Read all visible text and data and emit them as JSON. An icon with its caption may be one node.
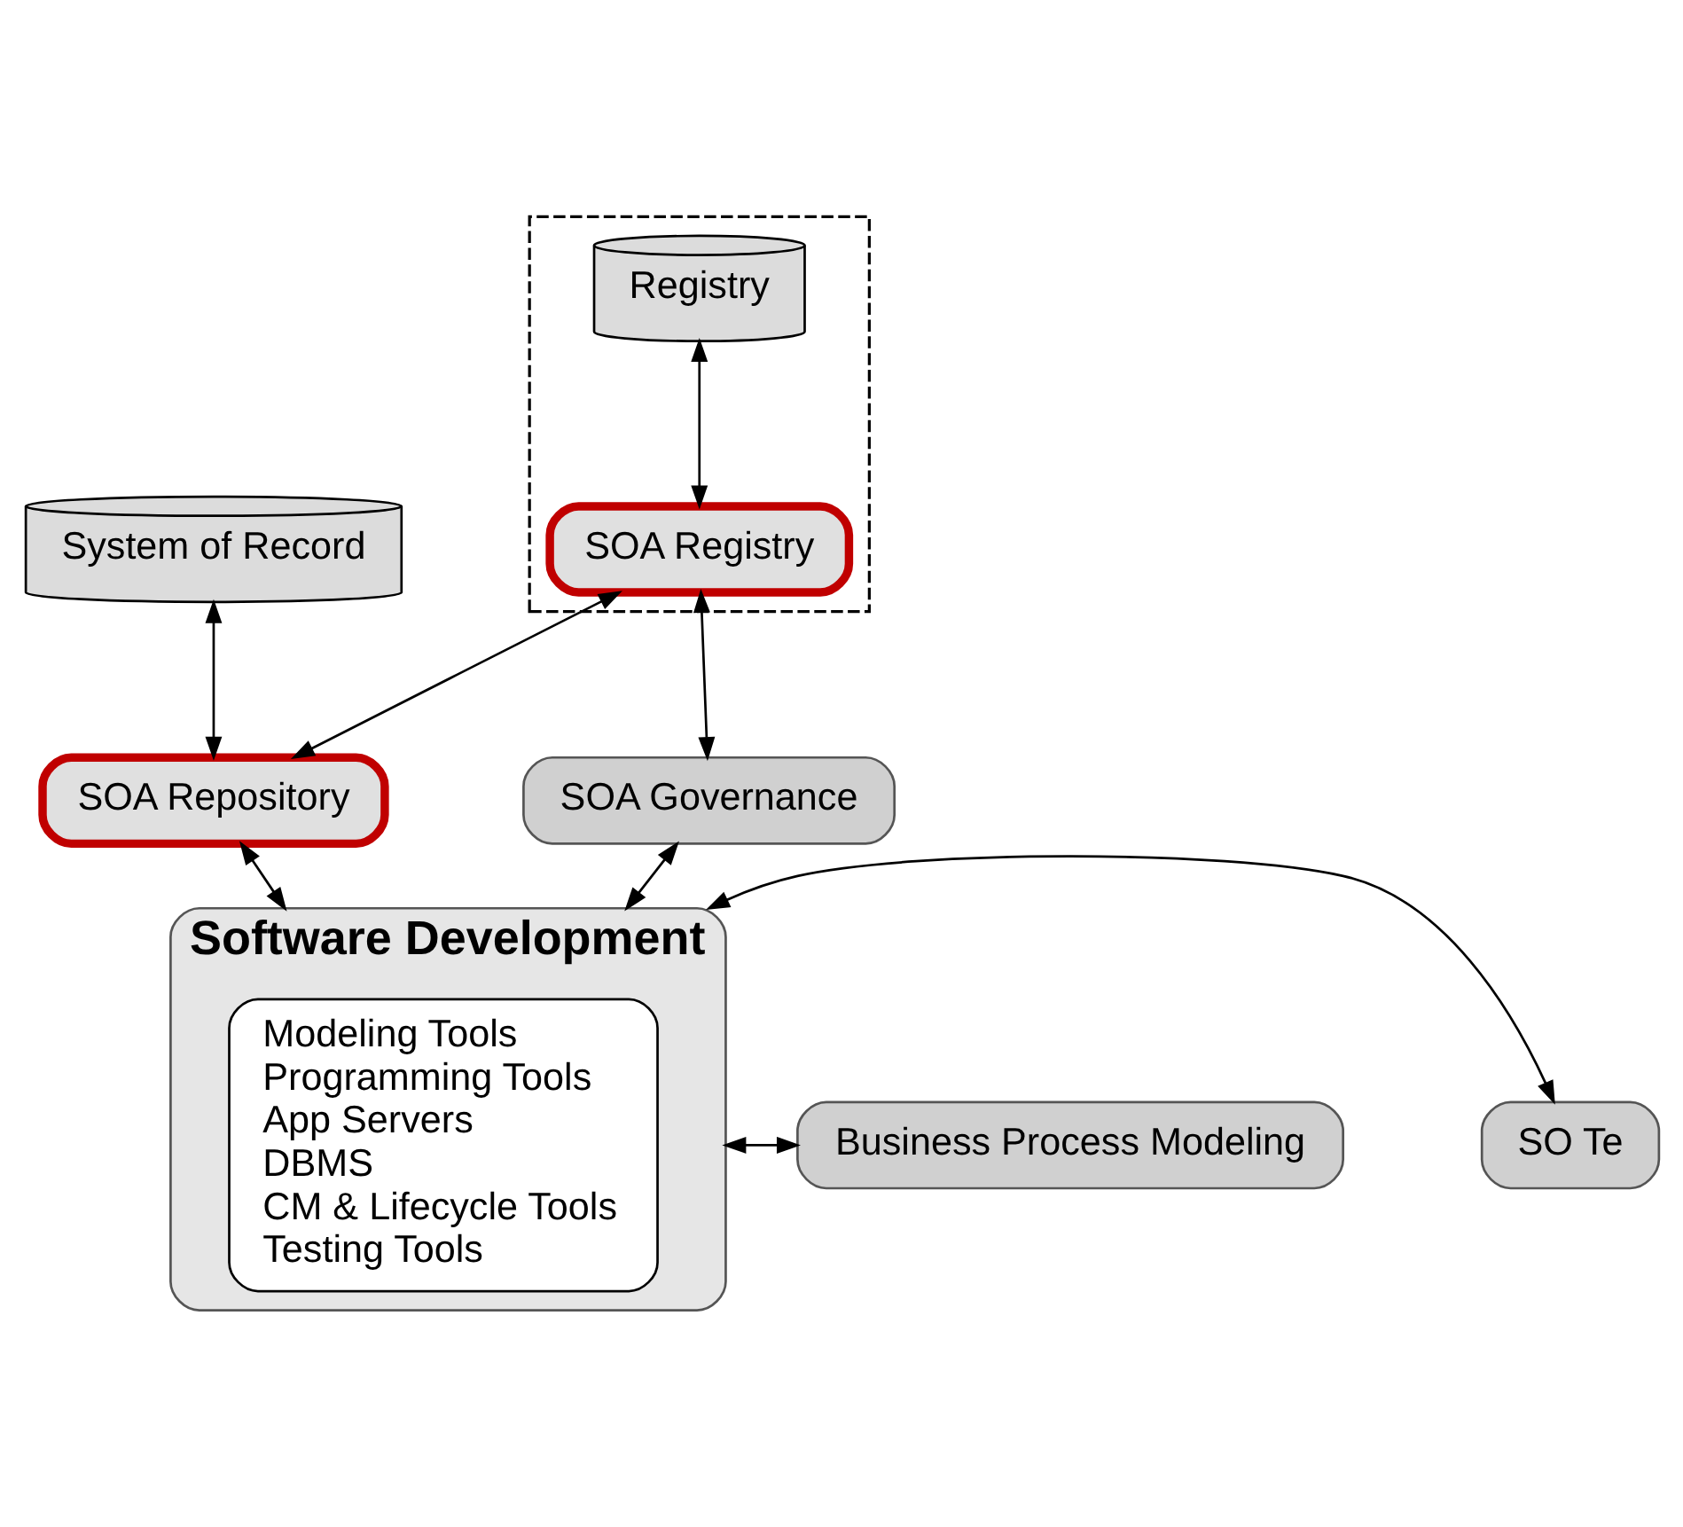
{
  "diagram": {
    "nodes": [
      {
        "text": [],
        "shape": "box"
      },
      {
        "text": [
          "Registry"
        ],
        "in": 0
      },
      {
        "text": [
          "SOA Registry"
        ],
        "in": 0
      },
      {
        "text": [
          "System of Record"
        ]
      },
      {
        "text": [
          "SOA Repository"
        ]
      },
      {
        "text": [
          "SOA Governance"
        ]
      },
      {
        "text": [
          "Software Development"
        ]
      },
      {
        "text": [
          "Modeling Tools",
          "Programming Tools",
          "App Servers",
          "DBMS",
          "CM & Lifecycle Tools",
          "Testing Tools"
        ],
        "in": 6
      },
      {
        "text": [
          "Business Process Modeling"
        ]
      },
      {
        "text": [
          "SO Te"
        ]
      }
    ],
    "edges": [
      {
        "from": 1,
        "to": 2,
        "arrow": "both"
      },
      {
        "from": 3,
        "to": 4,
        "arrow": "both"
      },
      {
        "from": 2,
        "to": 4,
        "arrow": "both"
      },
      {
        "from": 2,
        "to": 5,
        "arrow": "both"
      },
      {
        "from": 4,
        "to": 6,
        "arrow": "both"
      },
      {
        "from": 5,
        "to": 6,
        "arrow": "both"
      },
      {
        "from": 8,
        "to": 6,
        "arrow": "both"
      },
      {
        "from": 6,
        "to": 9,
        "arrow": "both"
      }
    ]
  }
}
